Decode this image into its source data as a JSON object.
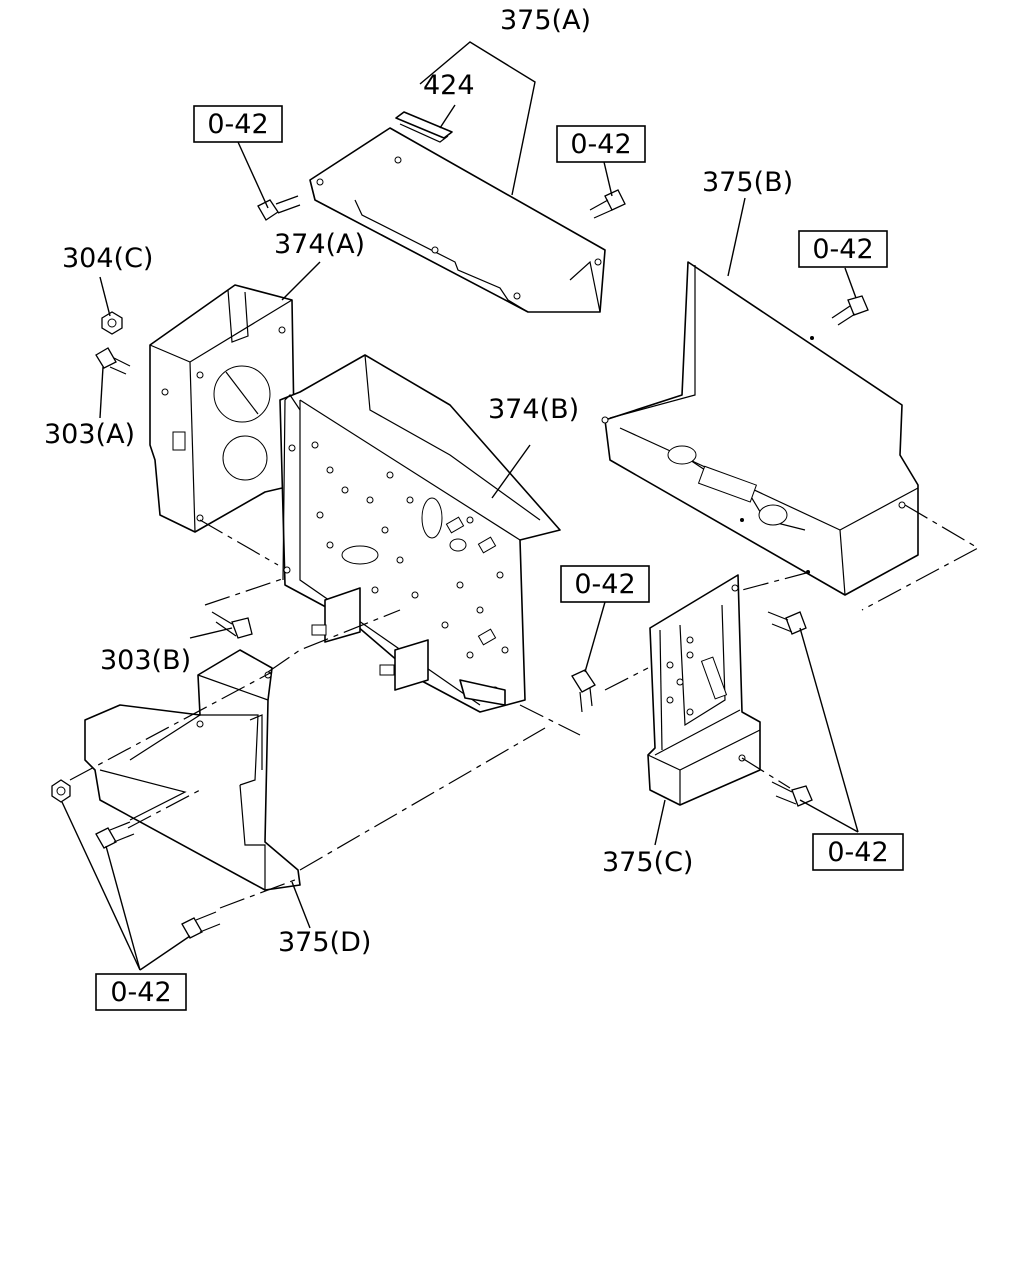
{
  "callouts": {
    "p375a": "375(A)",
    "p424": "424",
    "p375b": "375(B)",
    "p304c": "304(C)",
    "p374a": "374(A)",
    "p303a": "303(A)",
    "p374b": "374(B)",
    "p303b": "303(B)",
    "p375c": "375(C)",
    "p375d": "375(D)"
  },
  "ref_boxes": [
    "0-42",
    "0-42",
    "0-42",
    "0-42",
    "0-42",
    "0-42"
  ]
}
